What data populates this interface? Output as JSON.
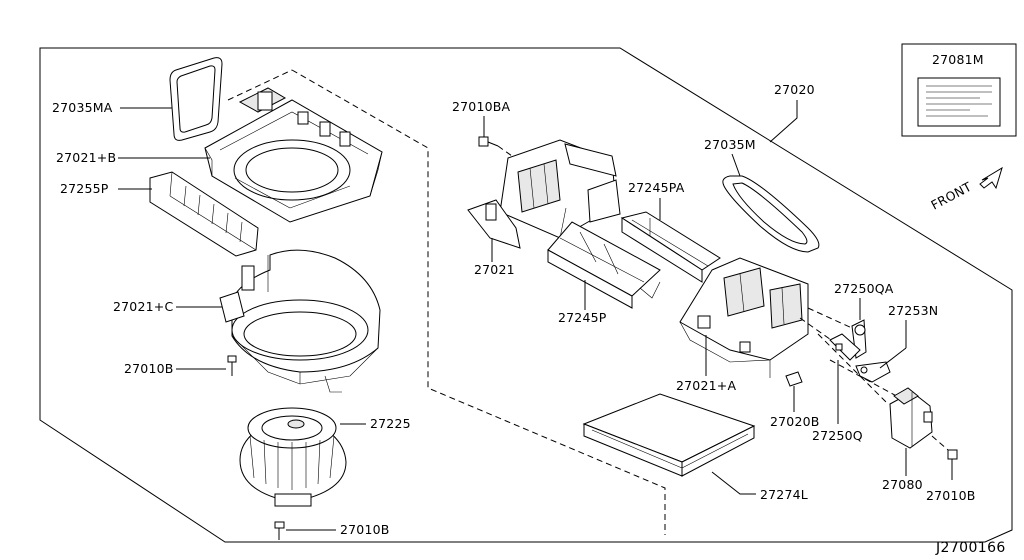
{
  "diagram": {
    "drawing_number": "J2700166",
    "direction": "FRONT",
    "inset_label": "27081M",
    "labels": {
      "p27035MA": "27035MA",
      "p27021B": "27021+B",
      "p27255P": "27255P",
      "p27021C": "27021+C",
      "p27010B_a": "27010B",
      "p27225": "27225",
      "p27010B_b": "27010B",
      "p27010BA": "27010BA",
      "p27021": "27021",
      "p27245PA": "27245PA",
      "p27245P": "27245P",
      "p27020": "27020",
      "p27035M": "27035M",
      "p27021A": "27021+A",
      "p27250QA": "27250QA",
      "p27253N": "27253N",
      "p27020B": "27020B",
      "p27250Q": "27250Q",
      "p27274L": "27274L",
      "p27080": "27080",
      "p27010B_c": "27010B"
    }
  }
}
